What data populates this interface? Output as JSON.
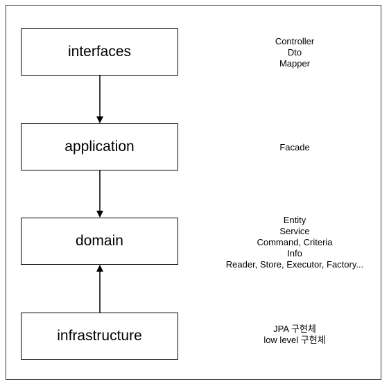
{
  "layers": {
    "interfaces": {
      "label": "interfaces",
      "desc": [
        "Controller",
        "Dto",
        "Mapper"
      ]
    },
    "application": {
      "label": "application",
      "desc": [
        "Facade"
      ]
    },
    "domain": {
      "label": "domain",
      "desc": [
        "Entity",
        "Service",
        "Command, Criteria",
        "Info",
        "Reader, Store, Executor, Factory..."
      ]
    },
    "infrastructure": {
      "label": "infrastructure",
      "desc": [
        "JPA 구현체",
        "low level 구현체"
      ]
    }
  },
  "colors": {
    "stroke": "#000000",
    "frame": "#333333",
    "background": "#ffffff"
  }
}
